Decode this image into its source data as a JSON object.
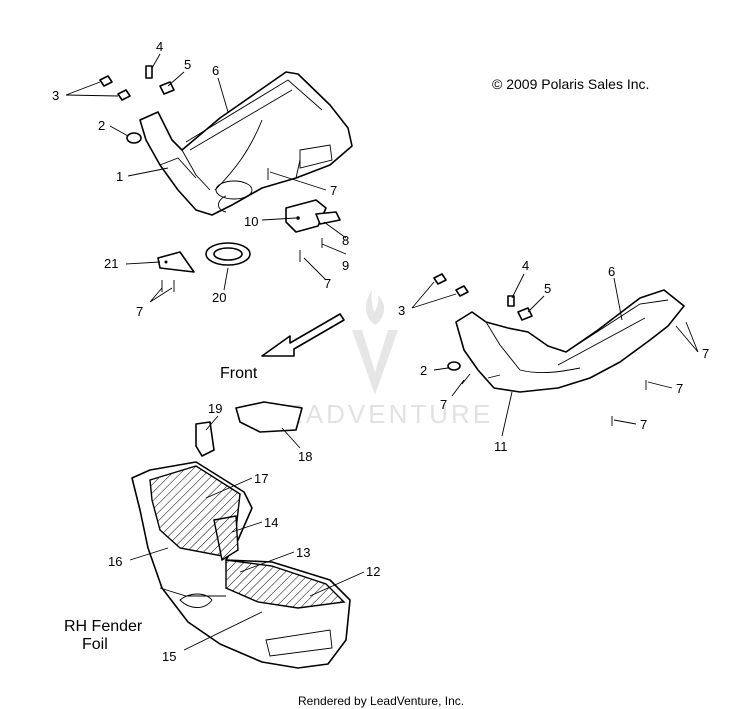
{
  "copyright": "© 2009 Polaris Sales Inc.",
  "footer": "Rendered by LeadVenture, Inc.",
  "watermark": "LEADVENTURE",
  "labels": {
    "front": "Front",
    "rh_title_1": "RH Fender",
    "rh_title_2": "Foil"
  },
  "callouts": {
    "c1": "1",
    "c2a": "2",
    "c2b": "2",
    "c3a": "3",
    "c3b": "3",
    "c4a": "4",
    "c4b": "4",
    "c5a": "5",
    "c5b": "5",
    "c6a": "6",
    "c6b": "6",
    "c7a": "7",
    "c7b": "7",
    "c7c": "7",
    "c7d": "7",
    "c7e": "7",
    "c7f": "7",
    "c7g": "7",
    "c8": "8",
    "c9": "9",
    "c10": "10",
    "c11": "11",
    "c12": "12",
    "c13": "13",
    "c14": "14",
    "c15": "15",
    "c16": "16",
    "c17": "17",
    "c18": "18",
    "c19": "19",
    "c20": "20",
    "c21": "21"
  }
}
